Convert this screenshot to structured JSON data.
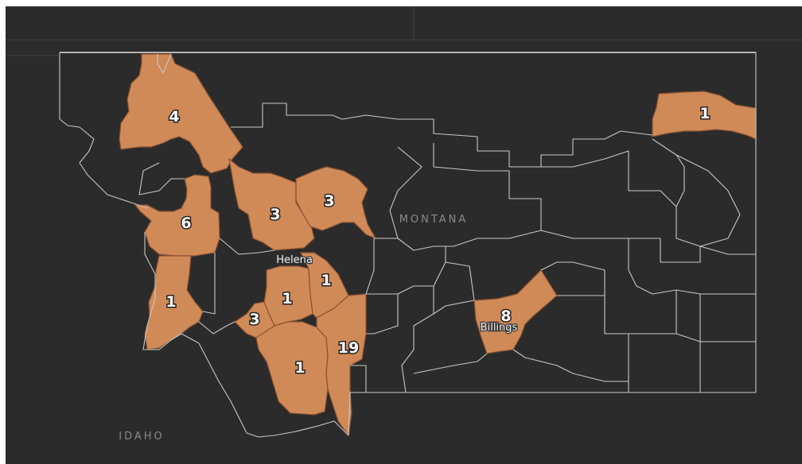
{
  "map": {
    "colors": {
      "background": "#2b2b2b",
      "border": "#c8c8c8",
      "highlight": "#d08a58",
      "highlight_edge": "#8a5230"
    },
    "labels": {
      "state": "MONTANA",
      "neighbor": "IDAHO"
    },
    "cities": [
      "Helena",
      "Billings"
    ],
    "county_counts": [
      {
        "id": "lincoln-flathead",
        "count": "4"
      },
      {
        "id": "sanders-missoula",
        "count": "6"
      },
      {
        "id": "ravalli",
        "count": "1"
      },
      {
        "id": "lewis-and-clark",
        "count": "3"
      },
      {
        "id": "cascade",
        "count": "3"
      },
      {
        "id": "jefferson",
        "count": "1"
      },
      {
        "id": "broadwater",
        "count": "1"
      },
      {
        "id": "silver-bow",
        "count": "3"
      },
      {
        "id": "madison",
        "count": "1"
      },
      {
        "id": "gallatin",
        "count": "19"
      },
      {
        "id": "yellowstone",
        "count": "8"
      },
      {
        "id": "sheridan-roosevelt",
        "count": "1"
      }
    ]
  }
}
